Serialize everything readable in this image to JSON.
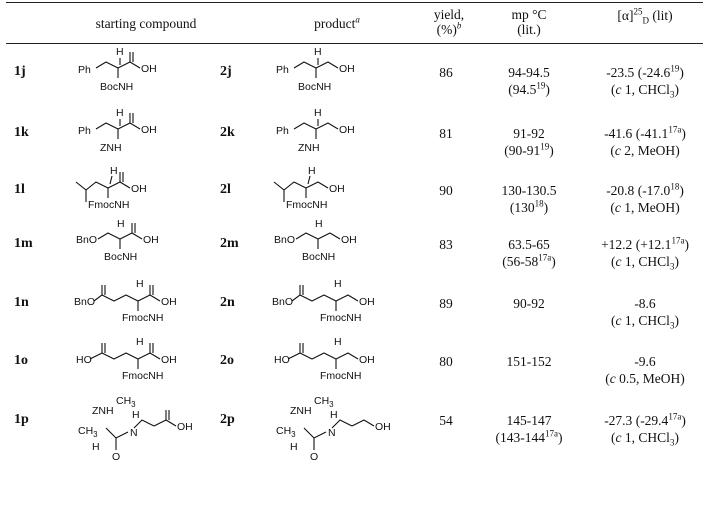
{
  "header": {
    "starting_compound": "starting compound",
    "product": "product",
    "product_note": "a",
    "yield_line1": "yield,",
    "yield_line2": "(%)",
    "yield_note": "b",
    "mp_line1": "mp °C",
    "mp_line2": "(lit.)",
    "rot_main": "[α]",
    "rot_sup": "25",
    "rot_sub": "D",
    "rot_lit": "(lit)"
  },
  "rows": [
    {
      "start_id": "1j",
      "prod_id": "2j",
      "yield": "86",
      "mp": "94-94.5",
      "mp_lit": "94.5",
      "mp_ref": "19",
      "rot": "-23.5",
      "rot_lit": "-24.6",
      "rot_ref": "19",
      "conc": "1",
      "solvent": "CHCl",
      "solvent_sub": "3",
      "sm_labels": {
        "ph": "Ph",
        "h": "H",
        "oh": "OH",
        "n": "BocNH"
      },
      "pr_labels": {
        "ph": "Ph",
        "h": "H",
        "oh": "OH",
        "n": "BocNH"
      }
    },
    {
      "start_id": "1k",
      "prod_id": "2k",
      "yield": "81",
      "mp": "91-92",
      "mp_lit": "90-91",
      "mp_ref": "19",
      "rot": "-41.6",
      "rot_lit": "-41.1",
      "rot_ref": "17a",
      "conc": "2",
      "solvent": "MeOH",
      "solvent_sub": "",
      "sm_labels": {
        "ph": "Ph",
        "h": "H",
        "oh": "OH",
        "n": "ZNH"
      },
      "pr_labels": {
        "ph": "Ph",
        "h": "H",
        "oh": "OH",
        "n": "ZNH"
      }
    },
    {
      "start_id": "1l",
      "prod_id": "2l",
      "yield": "90",
      "mp": "130-130.5",
      "mp_lit": "130",
      "mp_ref": "18",
      "rot": "-20.8",
      "rot_lit": "-17.0",
      "rot_ref": "18",
      "conc": "1",
      "solvent": "MeOH",
      "solvent_sub": "",
      "sm_labels": {
        "h": "H",
        "oh": "OH",
        "n": "FmocNH"
      },
      "pr_labels": {
        "h": "H",
        "oh": "OH",
        "n": "FmocNH"
      }
    },
    {
      "start_id": "1m",
      "prod_id": "2m",
      "yield": "83",
      "mp": "63.5-65",
      "mp_lit": "56-58",
      "mp_ref": "17a",
      "rot": "+12.2",
      "rot_lit": "+12.1",
      "rot_ref": "17a",
      "conc": "1",
      "solvent": "CHCl",
      "solvent_sub": "3",
      "sm_labels": {
        "bn": "BnO",
        "h": "H",
        "oh": "OH",
        "n": "BocNH"
      },
      "pr_labels": {
        "bn": "BnO",
        "h": "H",
        "oh": "OH",
        "n": "BocNH"
      }
    },
    {
      "start_id": "1n",
      "prod_id": "2n",
      "yield": "89",
      "mp": "90-92",
      "mp_lit": "",
      "mp_ref": "",
      "rot": "-8.6",
      "rot_lit": "",
      "rot_ref": "",
      "conc": "1",
      "solvent": "CHCl",
      "solvent_sub": "3",
      "sm_labels": {
        "bn": "BnO",
        "h": "H",
        "oh": "OH",
        "n": "FmocNH"
      },
      "pr_labels": {
        "bn": "BnO",
        "h": "H",
        "oh": "OH",
        "n": "FmocNH"
      }
    },
    {
      "start_id": "1o",
      "prod_id": "2o",
      "yield": "80",
      "mp": "151-152",
      "mp_lit": "",
      "mp_ref": "",
      "rot": "-9.6",
      "rot_lit": "",
      "rot_ref": "",
      "conc": "0.5",
      "solvent": "MeOH",
      "solvent_sub": "",
      "sm_labels": {
        "ho": "HO",
        "h": "H",
        "oh": "OH",
        "n": "FmocNH"
      },
      "pr_labels": {
        "ho": "HO",
        "h": "H",
        "oh": "OH",
        "n": "FmocNH"
      }
    },
    {
      "start_id": "1p",
      "prod_id": "2p",
      "yield": "54",
      "mp": "145-147",
      "mp_lit": "143-144",
      "mp_ref": "17a",
      "rot": "-27.3",
      "rot_lit": "-29.4",
      "rot_ref": "17a",
      "conc": "1",
      "solvent": "CHCl",
      "solvent_sub": "3",
      "sm_labels": {
        "znh": "ZNH",
        "ch3": "CH",
        "ch3b": "CH",
        "sub3": "3",
        "h": "H",
        "h2": "H",
        "n": "N",
        "o": "O",
        "oh": "OH"
      },
      "pr_labels": {
        "znh": "ZNH",
        "ch3": "CH",
        "ch3b": "CH",
        "sub3": "3",
        "h": "H",
        "h2": "H",
        "n": "N",
        "o": "O",
        "oh": "OH"
      }
    }
  ]
}
